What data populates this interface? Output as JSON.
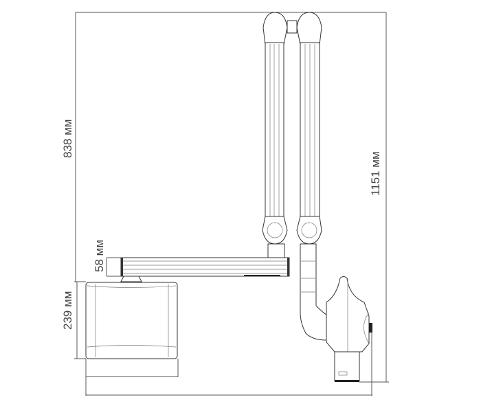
{
  "dimensions": {
    "reach_height": "838 мм",
    "total_height": "1151 мм",
    "arm_thickness": "58 мм",
    "box_height": "239 мм"
  }
}
